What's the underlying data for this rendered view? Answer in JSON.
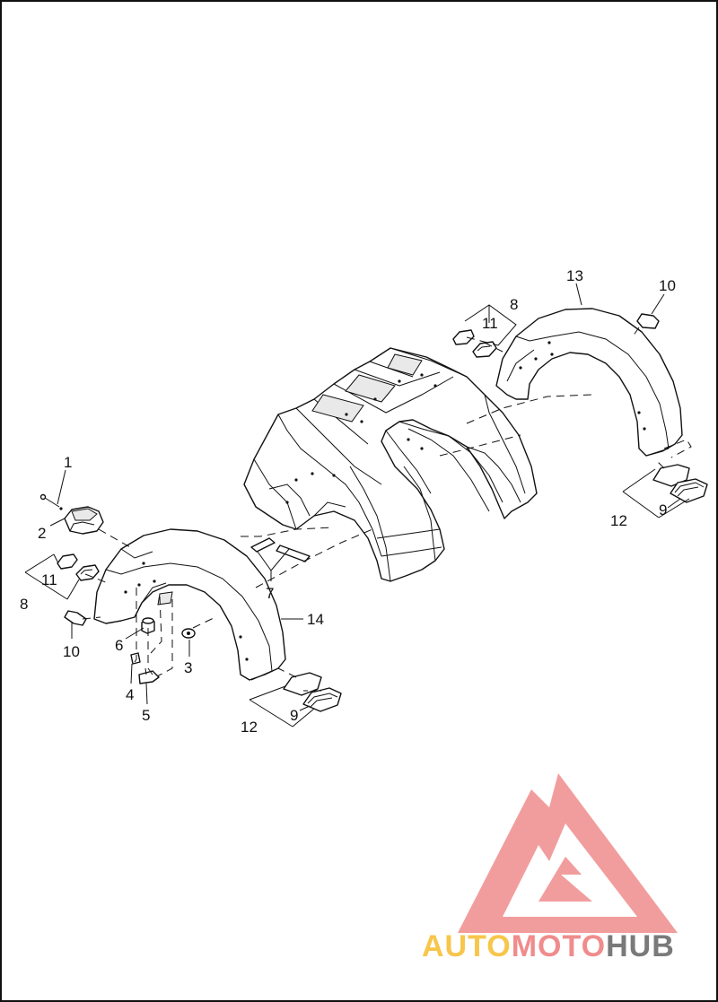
{
  "diagram": {
    "callouts": [
      "1",
      "2",
      "3",
      "4",
      "5",
      "6",
      "7",
      "8",
      "9",
      "10",
      "11",
      "12",
      "13",
      "14"
    ],
    "right_group": {
      "bracket_8": "8",
      "part_11": "11",
      "fender_13": "13",
      "part_10": "10",
      "part_9": "9",
      "bracket_12": "12"
    },
    "left_group": {
      "part_1": "1",
      "part_2": "2",
      "bracket_8": "8",
      "part_11": "11",
      "part_10": "10",
      "part_6": "6",
      "part_4": "4",
      "part_5": "5",
      "part_3": "3",
      "part_7": "7",
      "fender_14": "14",
      "part_9": "9",
      "bracket_12": "12"
    }
  },
  "watermark": {
    "word_part1": "AUTO",
    "word_part2": "MOTO",
    "word_part3": "HUB",
    "color_logo": "#f08c8c",
    "color_auto": "#f7c64a",
    "color_moto": "#f08c8c",
    "color_hub": "#7a7a7a"
  }
}
